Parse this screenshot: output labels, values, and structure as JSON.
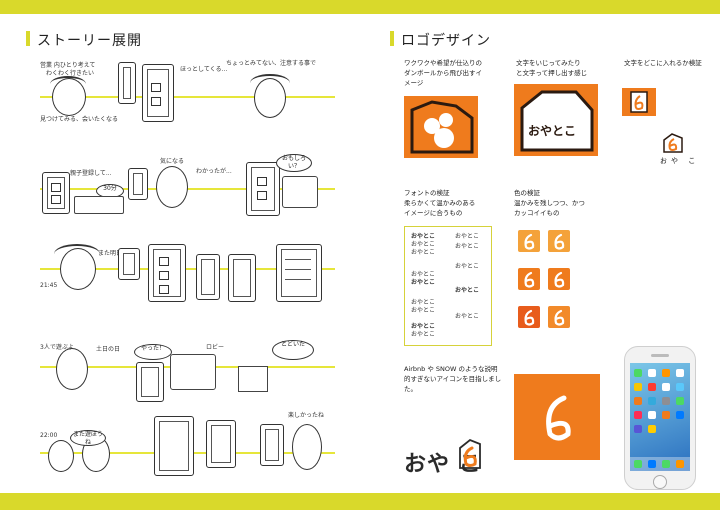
{
  "left": {
    "title": "ストーリー展開"
  },
  "right": {
    "title": "ロゴデザイン",
    "caption1": [
      "ワクワクや希望が仕込りの",
      "ダンボールから飛び出すイ",
      "メージ"
    ],
    "caption2": [
      "文字をいじってみたり",
      "と文字って押し出す感じ"
    ],
    "caption3": "文字をどこに入れるか検証",
    "caption_font": [
      "フォントの検証",
      "柔らかくて温かみのある",
      "イメージに合うもの"
    ],
    "caption_color": [
      "色の検証",
      "温かみを残しつつ、かつ",
      "カッコイイもの"
    ],
    "caption_final": [
      "Airbnb や SNOW のような説明",
      "的すぎないアイコンを目指しまし",
      "た。"
    ],
    "logo_text_box": "おやとこ",
    "logo_text_small": "おや こ",
    "logo_text_final": "おや こ",
    "font_samples": [
      "おやとこ",
      "おやとこ",
      "おやとこ",
      "おやとこ",
      "おやとこ",
      "おやとこ",
      "おやとこ",
      "おやとこ",
      "おやとこ",
      "おやとこ",
      "おやとこ",
      "おやとこ",
      "おやとこ",
      "おやとこ"
    ],
    "colors": {
      "orange": "#ef7b1d",
      "orange_light": "#f4a23a",
      "orange_dark": "#e85c1c",
      "accent_yellow": "#d9d92b"
    }
  },
  "sketch_text": {
    "r1a": "営業 内ひとり考えて",
    "r1b": "わくわく行きたい",
    "r1c": "ほっとしてくる...",
    "r1d": "ちょっとみてない、注意する事で",
    "r1e": "見つけてみる、会いたくなる",
    "r2a": "親子登録して...",
    "r2b": "気になる",
    "r2c": "わかったが...",
    "r2d": "30分",
    "r2e": "おもしろい？",
    "r3a": "21:45",
    "r3b": "また明日",
    "r4a": "3人で遊ぶよ",
    "r4b": "土日の日",
    "r4c": "ロビー",
    "r4d": "やった！",
    "r4e": "とどいた",
    "r5a": "22:00",
    "r5b": "また遊ぼうね",
    "r5c": "楽しかったね"
  }
}
